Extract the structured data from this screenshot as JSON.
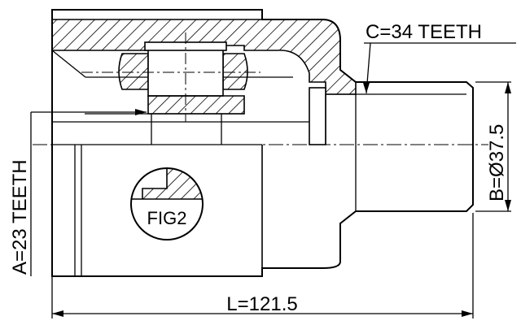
{
  "drawing": {
    "label_c": "C=34 TEETH",
    "label_a": "A=23 TEETH",
    "label_b": "B=Ø37.5",
    "label_l": "L=121.5",
    "label_fig": "FIG2"
  },
  "colors": {
    "line": "#000000",
    "background": "#ffffff"
  }
}
